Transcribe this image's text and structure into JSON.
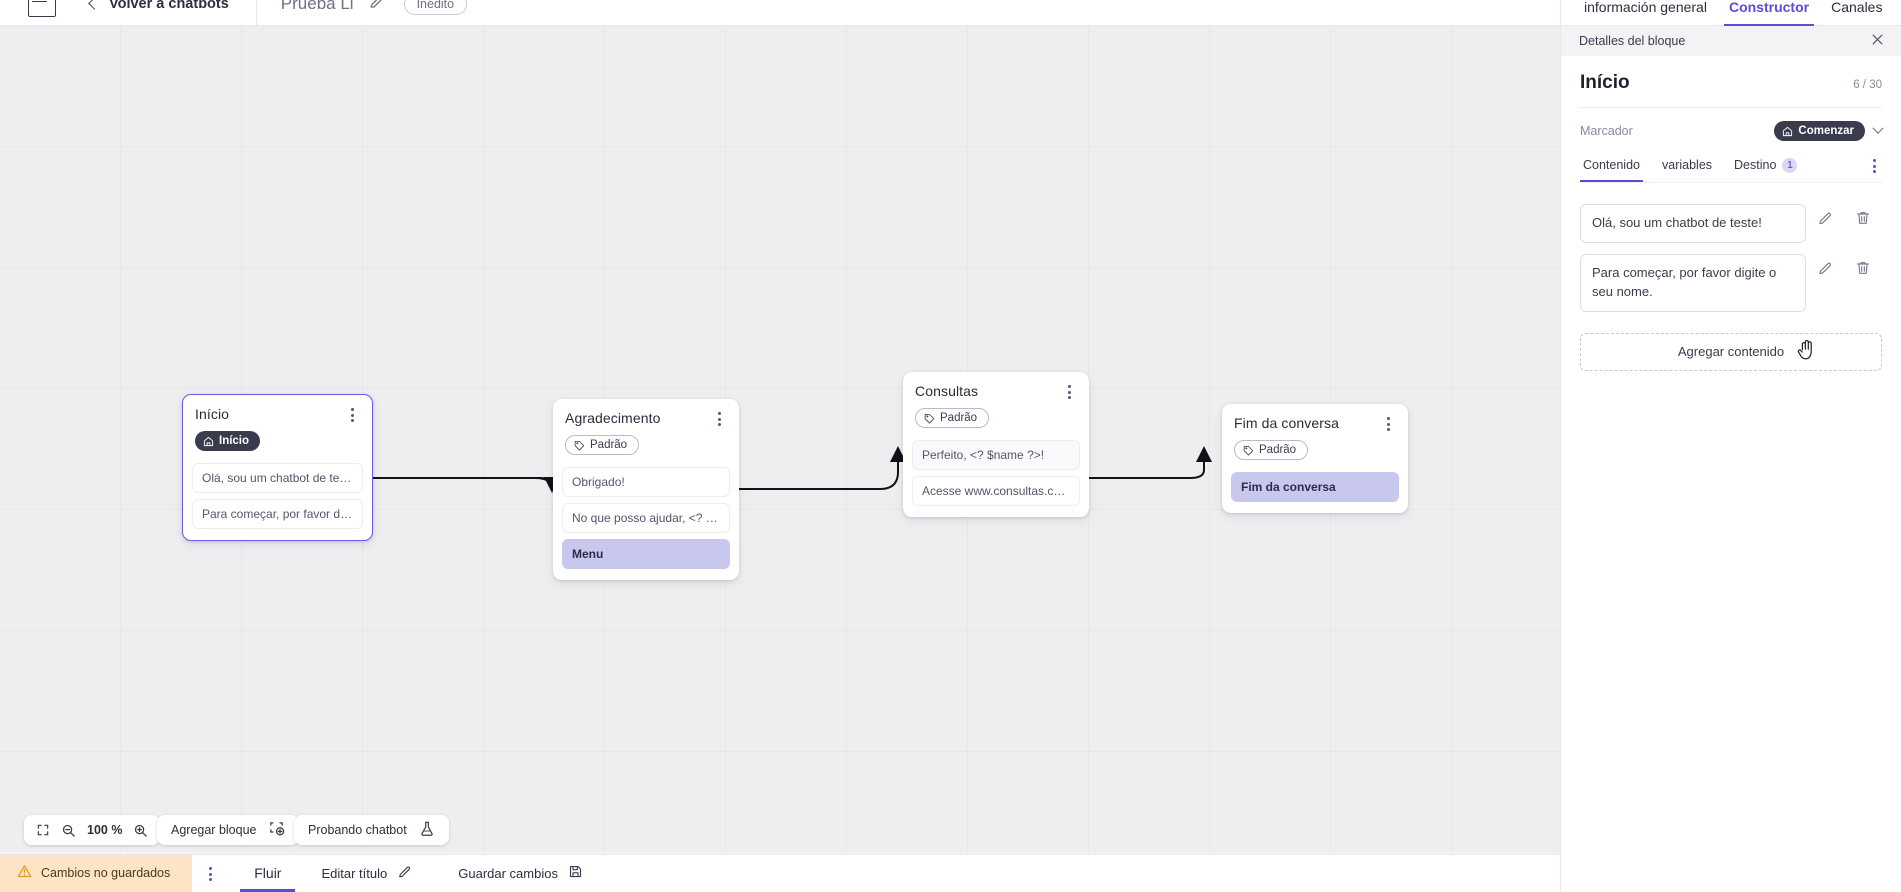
{
  "topbar": {
    "logo_icon": "app-logo-icon",
    "back_icon": "chevron-left-icon",
    "back_label": "Volver a chatbots",
    "project_title": "Prueba Li",
    "edit_icon": "pencil-icon",
    "status_badge": "Inédito"
  },
  "right_panel": {
    "tabs": [
      {
        "label": "información general",
        "active": false
      },
      {
        "label": "Constructor",
        "active": true
      },
      {
        "label": "Canales",
        "active": false
      }
    ],
    "subheader": {
      "title": "Detalles del bloque",
      "close_icon": "close-icon"
    },
    "block": {
      "name": "Início",
      "count": "6 / 30",
      "marker_label": "Marcador",
      "marker_value": "Comenzar",
      "marker_icon": "home-icon",
      "marker_chevron_icon": "chevron-down-icon"
    },
    "inner_tabs": [
      {
        "label": "Contenido",
        "active": true,
        "badge": ""
      },
      {
        "label": "variables",
        "active": false,
        "badge": ""
      },
      {
        "label": "Destino",
        "active": false,
        "badge": "1"
      }
    ],
    "inner_tabs_kebab_icon": "more-vertical-icon",
    "content_items": [
      {
        "text": "Olá, sou um chatbot de teste!",
        "edit_icon": "pencil-icon",
        "delete_icon": "trash-icon"
      },
      {
        "text": "Para começar, por favor digite o seu nome.",
        "edit_icon": "pencil-icon",
        "delete_icon": "trash-icon"
      }
    ],
    "add_content_label": "Agregar contenido"
  },
  "canvas": {
    "nodes": [
      {
        "title": "Início",
        "tag": "Início",
        "tag_icon": "home-icon",
        "tag_style": "dark",
        "selected": true,
        "kebab_icon": "more-vertical-icon",
        "messages": [
          {
            "text": "Olá, sou um chatbot de teste!",
            "style": "plain"
          },
          {
            "text": "Para começar, por favor digite o ...",
            "style": "plain"
          }
        ]
      },
      {
        "title": "Agradecimento",
        "tag": "Padrão",
        "tag_icon": "tag-icon",
        "tag_style": "outline",
        "selected": false,
        "kebab_icon": "more-vertical-icon",
        "messages": [
          {
            "text": "Obrigado!",
            "style": "plain"
          },
          {
            "text": "No que posso ajudar, <? $name ...",
            "style": "plain"
          },
          {
            "text": "Menu",
            "style": "accent"
          }
        ]
      },
      {
        "title": "Consultas",
        "tag": "Padrão",
        "tag_icon": "tag-icon",
        "tag_style": "outline",
        "selected": false,
        "kebab_icon": "more-vertical-icon",
        "messages": [
          {
            "text": "Perfeito, <? $name ?>!",
            "style": "plain"
          },
          {
            "text": "Acesse www.consultas.com par...",
            "style": "plain"
          }
        ]
      },
      {
        "title": "Fim da conversa",
        "tag": "Padrão",
        "tag_icon": "tag-icon",
        "tag_style": "outline",
        "selected": false,
        "kebab_icon": "more-vertical-icon",
        "messages": [
          {
            "text": "Fim da conversa",
            "style": "accent"
          }
        ]
      }
    ],
    "toolbar": {
      "fit_icon": "fit-screen-icon",
      "zoom_out_icon": "zoom-out-icon",
      "zoom_level": "100 %",
      "zoom_in_icon": "zoom-in-icon",
      "add_block_label": "Agregar bloque",
      "add_block_icon": "add-block-icon",
      "test_chatbot_label": "Probando chatbot",
      "test_chatbot_icon": "flask-icon"
    }
  },
  "footer": {
    "unsaved_icon": "warning-icon",
    "unsaved_label": "Cambios no guardados",
    "kebab_icon": "more-vertical-icon",
    "tab_label": "Fluir",
    "edit_title_label": "Editar título",
    "edit_title_icon": "pencil-icon",
    "save_label": "Guardar cambios",
    "save_icon": "save-icon"
  },
  "colors": {
    "accent": "#5b4ddb",
    "node_accent_bg": "#c8c8ee",
    "dark_tag": "#3b3b4e",
    "warning_bg": "#fbe5c4",
    "canvas_bg": "#eeeef1"
  }
}
